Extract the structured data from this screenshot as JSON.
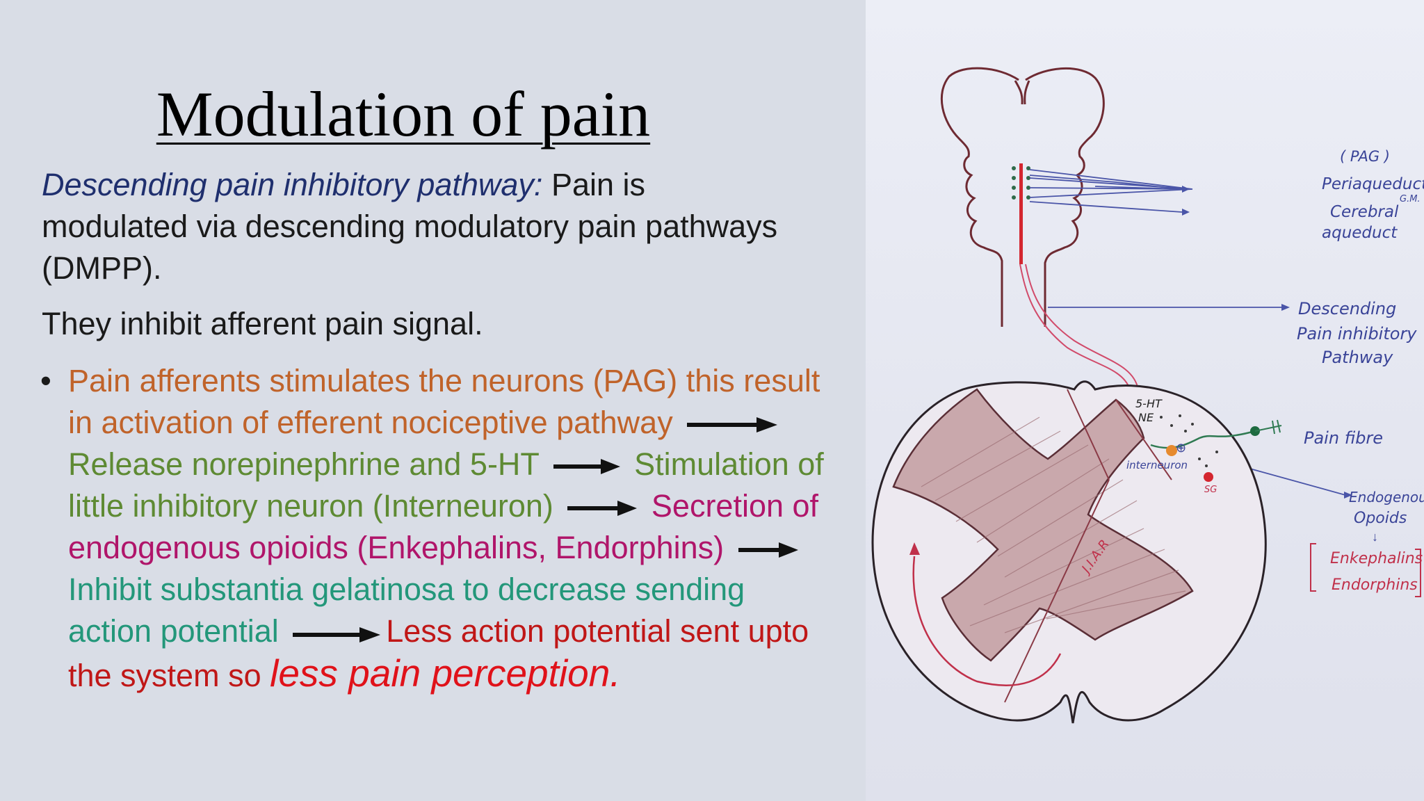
{
  "slide": {
    "title": "Modulation of pain",
    "intro": {
      "italic": "Descending pain inhibitory pathway:",
      "rest": " Pain is modulated via descending modulatory pain pathways (DMPP)."
    },
    "line2": "They inhibit afferent pain signal.",
    "bullet": {
      "marker": "•",
      "s1": "Pain afferents stimulates the neurons (PAG) this result in activation of efferent nociceptive pathway",
      "s2": "Release norepinephrine and 5-HT",
      "s3": "Stimulation of little inhibitory neuron (Interneuron)",
      "s4": "Secretion of endogenous opioids (Enkephalins, Endorphins)",
      "s5": "Inhibit substantia gelatinosa to decrease sending action potential",
      "s6": "Less action potential sent upto the system so ",
      "s7": "less pain perception."
    }
  },
  "diagram": {
    "pag": "( PAG )",
    "periaqueductal": "Periaqueducta",
    "gm": "G.M.",
    "cerebral": "Cerebral",
    "aqueduct": "aqueduct",
    "descending": "Descending",
    "pain_inhibitory": "Pain inhibitory",
    "pathway": "Pathway",
    "pain_fibre": "Pain fibre",
    "endogenous": "Endogenous",
    "opoids": "Opoids",
    "enkephalins": "Enkephalins",
    "endorphins": "Endorphins",
    "five_ht": "5-HT",
    "ne": "NE",
    "interneuron": "interneuron",
    "sg": "SG",
    "plus": "⊕",
    "jiar": "J.I.A.R"
  },
  "colors": {
    "orange": "#c0632a",
    "green": "#5e8a33",
    "magenta": "#b0156a",
    "teal": "#23977a",
    "red": "#c01717",
    "navy": "#1f2f6e"
  }
}
